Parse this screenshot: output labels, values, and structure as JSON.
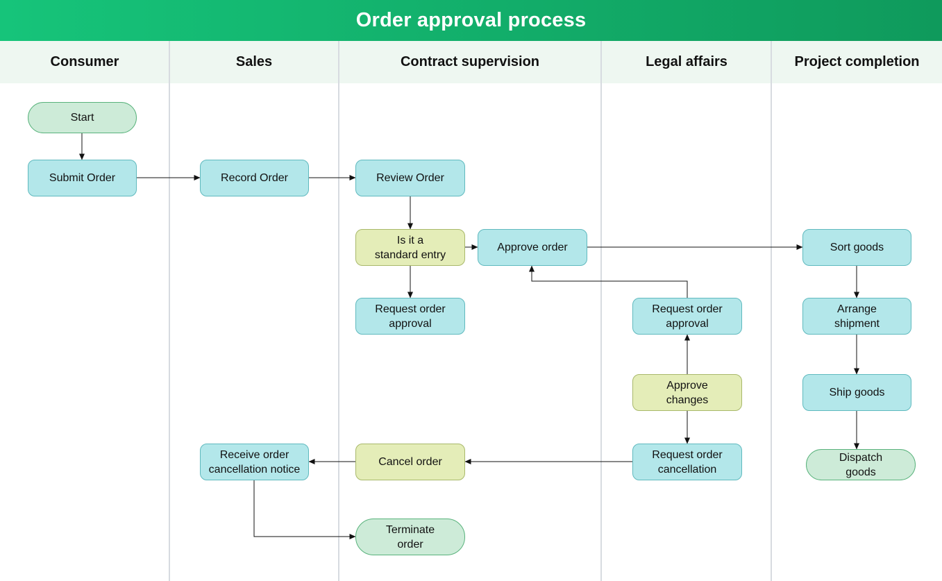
{
  "title": "Order approval process",
  "lanes": [
    "Consumer",
    "Sales",
    "Contract supervision",
    "Legal affairs",
    "Project completion"
  ],
  "nodes": {
    "start": "Start",
    "submit_order": "Submit Order",
    "record_order": "Record Order",
    "review_order": "Review Order",
    "standard_entry": "Is it a\nstandard entry",
    "approve_order": "Approve order",
    "request_approval_contract": "Request order\napproval",
    "request_approval_legal": "Request order\napproval",
    "approve_changes": "Approve\nchanges",
    "request_cancellation": "Request order\ncancellation",
    "cancel_order": "Cancel order",
    "receive_cancellation": "Receive order\ncancellation notice",
    "terminate_order": "Terminate\norder",
    "sort_goods": "Sort goods",
    "arrange_shipment": "Arrange\nshipment",
    "ship_goods": "Ship goods",
    "dispatch_goods": "Dispatch\ngoods"
  },
  "colors": {
    "title_bar": "#12b06a",
    "lane_header_bg": "#eef7f1",
    "process_fill": "#b3e7ea",
    "decision_fill": "#e4edb8",
    "terminal_fill": "#cdebd8",
    "connector": "#111111"
  }
}
